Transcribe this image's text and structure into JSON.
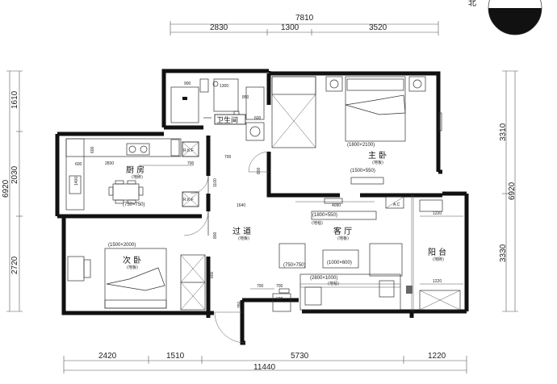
{
  "compass": {
    "label": "北"
  },
  "dimensions": {
    "top_total": "7810",
    "top_segments": [
      "2830",
      "1300",
      "3520"
    ],
    "bottom_total": "11440",
    "bottom_segments": [
      "2420",
      "1510",
      "5730",
      "1220"
    ],
    "left_total": "6920",
    "left_segments": [
      "1610",
      "2030",
      "2720"
    ],
    "right_total": "6920",
    "right_segments": [
      "3310",
      "3330"
    ]
  },
  "rooms": {
    "bathroom": {
      "name": "卫生间"
    },
    "kitchen": {
      "name": "厨 房",
      "note": "(地砖)"
    },
    "master_bedroom": {
      "name": "主 卧",
      "note": "(地板)"
    },
    "second_bedroom": {
      "name": "次 卧",
      "note": "(地板)"
    },
    "corridor": {
      "name": "过 道",
      "note": "(地板)"
    },
    "living_room": {
      "name": "客 厅",
      "note": "(地板)"
    },
    "balcony": {
      "name": "阳 台",
      "note": "(地砖)"
    }
  },
  "furniture": {
    "master_bed": "(1800×2100)",
    "master_rug": "(1500×550)",
    "kitchen_table": "(750×750)",
    "second_bed": "(1500×2000)",
    "tv_cabinet": "(1800×550)",
    "living_table_small": "(750×750)",
    "living_table_large": "(1000×600)",
    "sofa": "(2800×1000)",
    "tv_cabinet_note": "(地毯)",
    "sofa_note": "(地毯)"
  },
  "labels": {
    "rkf1": "R.K.F",
    "rkf2": "R.K.F",
    "ac": "A.C",
    "bath_900": "900",
    "bath_1300": "1300",
    "bath_600": "600",
    "bath_850": "850",
    "d700a": "700",
    "d800a": "800",
    "d700b": "700",
    "d1100": "1100",
    "d1640": "1640",
    "d4090": "4090",
    "d800b": "800",
    "d1220a": "1220",
    "d1220b": "1220",
    "d700c": "700",
    "d700d": "700",
    "d600a": "600",
    "d600b": "600",
    "d800c": "800",
    "d2830k": "2830",
    "d1400": "1400",
    "d600k": "600",
    "d350": "350"
  }
}
